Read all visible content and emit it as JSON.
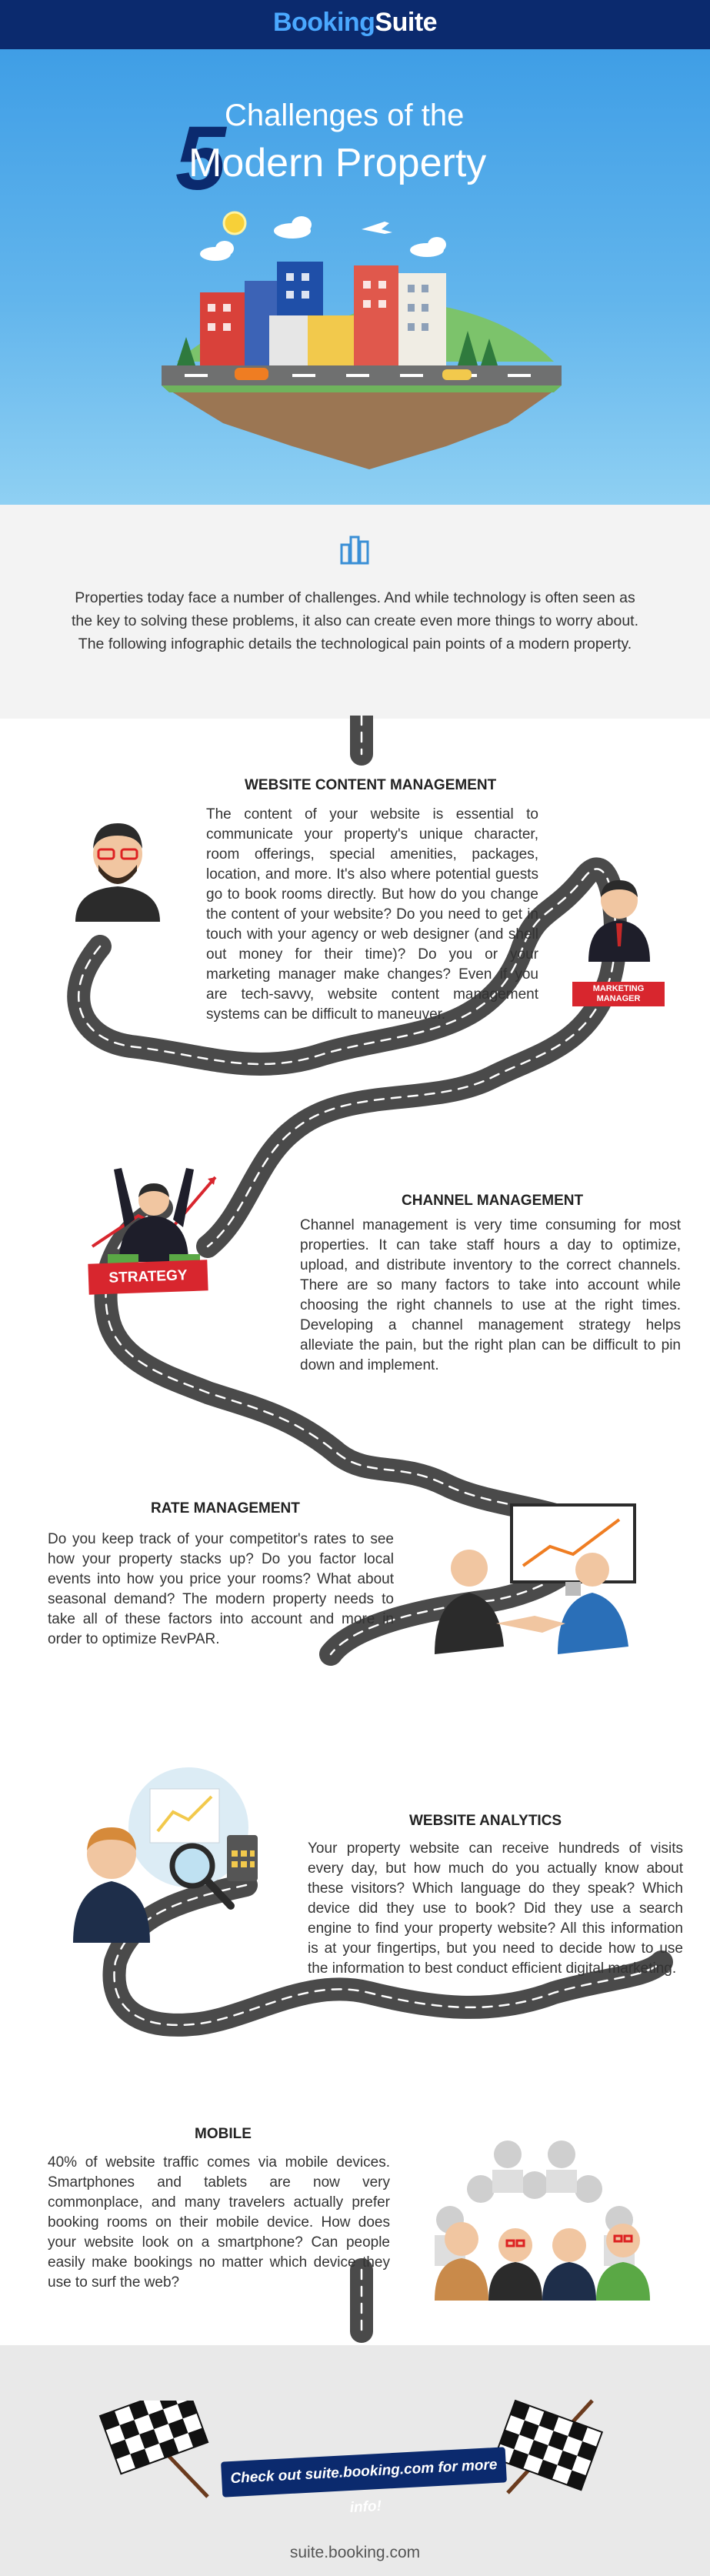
{
  "brand": {
    "part1": "Booking",
    "part2": "Suite"
  },
  "hero": {
    "number": "5",
    "line1": "Challenges of the",
    "line2": "Modern Property"
  },
  "intro": {
    "text": "Properties today face a number of challenges. And while technology is often seen as the key to solving these problems, it also can create even more things to worry about. The following infographic details the technological pain points of a modern property."
  },
  "sections": [
    {
      "title": "WEBSITE CONTENT MANAGEMENT",
      "body": "The content of your website is essential to communicate your property's unique character, room offerings, special amenities, packages, location, and more. It's also where potential guests go to book rooms directly. But how do you change the content of your website? Do you need to get in touch with your agency or web designer (and shell out money for their time)? Do you or your marketing manager make changes? Even if you are tech-savvy, website content management systems can be difficult to maneuver."
    },
    {
      "title": "CHANNEL MANAGEMENT",
      "body": "Channel management is very time consuming for most properties. It can take staff hours a day to optimize, upload, and distribute inventory to the correct channels. There are so many factors to take into account while choosing the right channels to use at the right times. Developing a channel management strategy helps alleviate the pain, but the right plan can be difficult to pin down and implement."
    },
    {
      "title": "RATE MANAGEMENT",
      "body": "Do you keep track of your competitor's rates to see how your property stacks up? Do you factor local events into how you price your rooms? What about seasonal demand? The modern property needs to take all of these factors into account and more in order to optimize RevPAR."
    },
    {
      "title": "WEBSITE ANALYTICS",
      "body": "Your property website can receive hundreds of visits every day, but how much do you actually know about these visitors? Which language do they speak? Which device did they use to book? Did they use a search engine to find your property website? All this information is at your fingertips, but you need to decide how to use the information to best conduct efficient digital marketing."
    },
    {
      "title": "MOBILE",
      "body": "40% of website traffic comes via mobile devices. Smartphones and tablets are now very commonplace, and many travelers actually prefer booking rooms on their mobile device. How does your website look on a smartphone? Can people easily make bookings no matter which device they use to surf the web?"
    }
  ],
  "badges": {
    "marketing": "MARKETING MANAGER",
    "strategy": "STRATEGY"
  },
  "cta": "Check out suite.booking.com for more info!",
  "footer": "suite.booking.com"
}
